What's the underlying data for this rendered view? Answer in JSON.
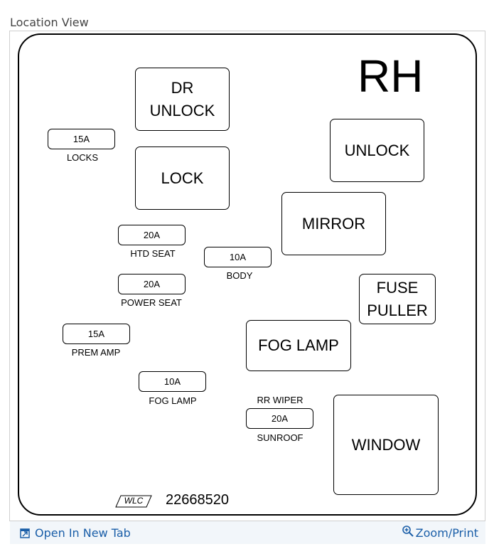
{
  "heading": "Location View",
  "diagram": {
    "side_label": "RH",
    "relays": {
      "dr_unlock": [
        "DR",
        "UNLOCK"
      ],
      "lock": "LOCK",
      "unlock": "UNLOCK",
      "mirror": "MIRROR",
      "fuse_puller": [
        "FUSE",
        "PULLER"
      ],
      "fog_lamp": "FOG LAMP",
      "window": "WINDOW"
    },
    "fuses": {
      "locks": {
        "amps": "15A",
        "label": "LOCKS"
      },
      "htd_seat": {
        "amps": "20A",
        "label": "HTD SEAT"
      },
      "body": {
        "amps": "10A",
        "label": "BODY"
      },
      "power_seat": {
        "amps": "20A",
        "label": "POWER SEAT"
      },
      "prem_amp": {
        "amps": "15A",
        "label": "PREM AMP"
      },
      "fog_lamp": {
        "amps": "10A",
        "label": "FOG LAMP"
      },
      "sunroof": {
        "amps": "20A",
        "label_top": "RR WIPER",
        "label": "SUNROOF"
      }
    },
    "logo_text": "WLC",
    "part_number": "22668520"
  },
  "footer": {
    "open_tab_label": "Open In New Tab",
    "zoom_label": "Zoom/Print"
  }
}
